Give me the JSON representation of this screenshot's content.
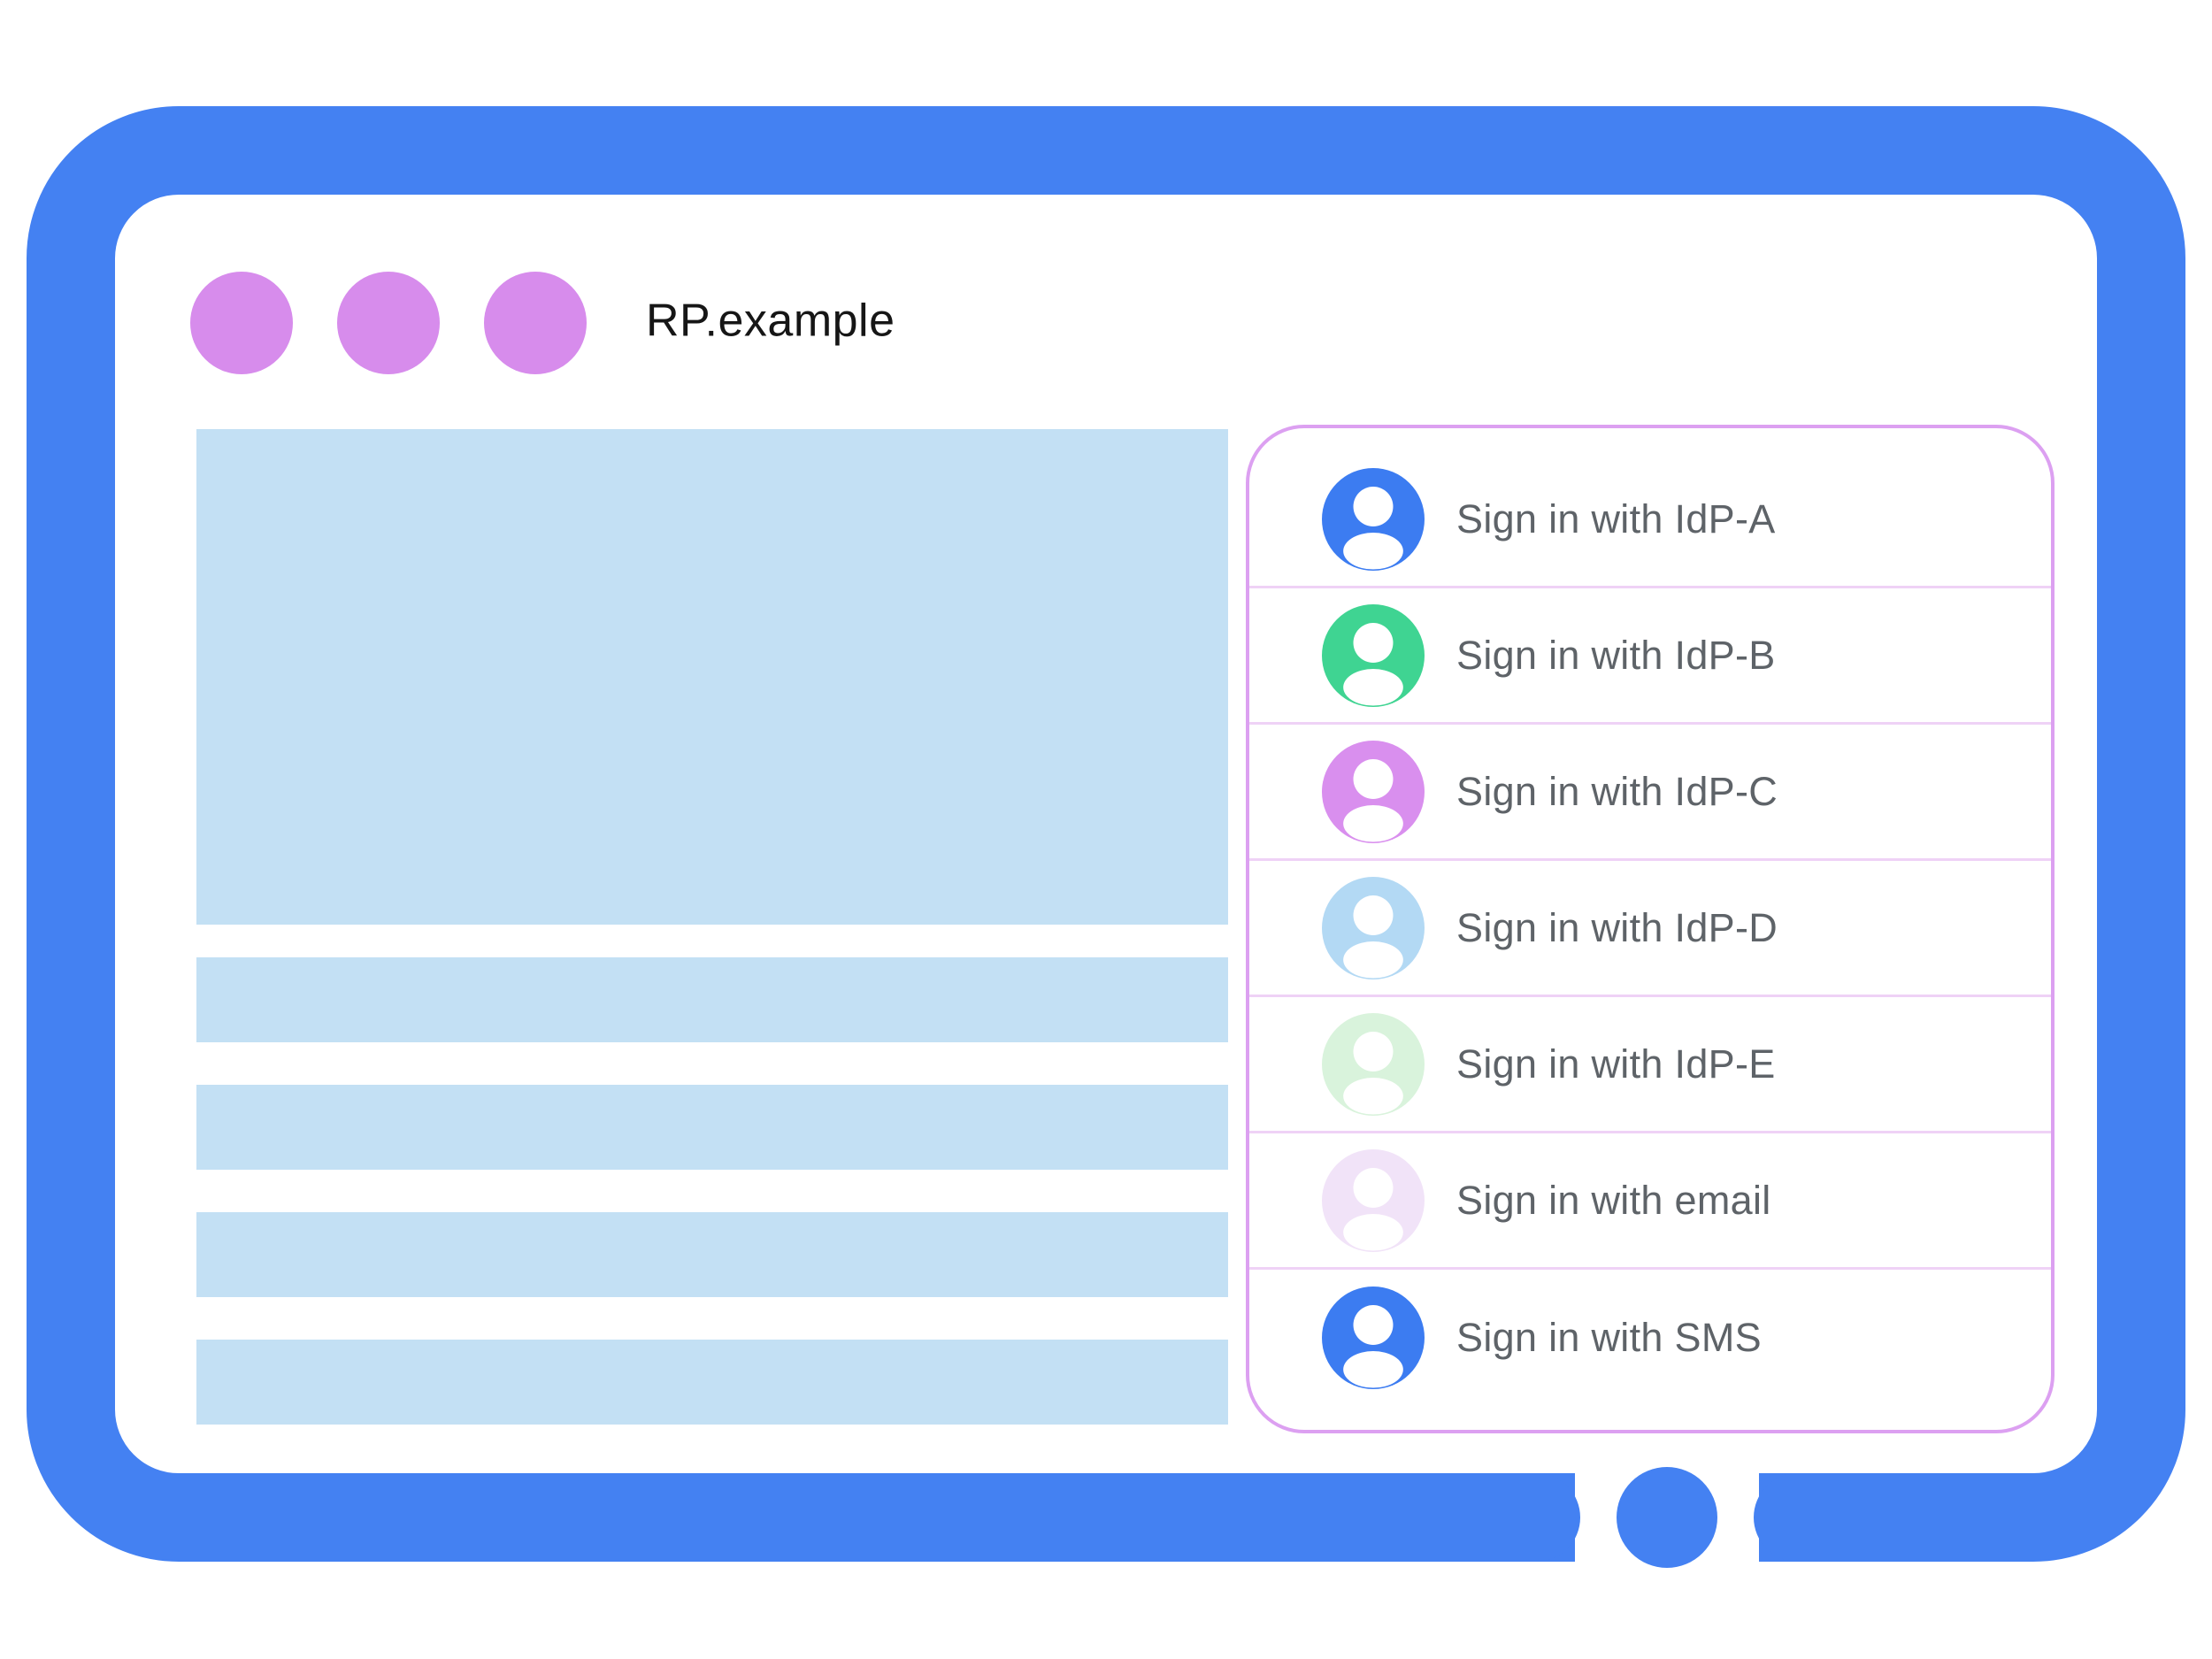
{
  "illustration": {
    "frame_color": "#4481F2",
    "background_color": "#FFFFFF"
  },
  "browser": {
    "title": "RP.example",
    "title_color": "#161616",
    "window_dots": {
      "count": 3,
      "color": "#D78CEC"
    },
    "camera_dot_color": "#4481F2"
  },
  "page_placeholders": {
    "color": "#C3E0F4",
    "line_count": 4
  },
  "signin_panel": {
    "border_color": "#DCA0F1",
    "divider_color": "#EFD2F6",
    "label_color": "#5E6368",
    "items": [
      {
        "label": "Sign in with IdP-A",
        "avatar_color": "#3C7CF1"
      },
      {
        "label": "Sign in with IdP-B",
        "avatar_color": "#3FD492"
      },
      {
        "label": "Sign in with IdP-C",
        "avatar_color": "#D98FEE"
      },
      {
        "label": "Sign in with IdP-D",
        "avatar_color": "#B3D9F4"
      },
      {
        "label": "Sign in with IdP-E",
        "avatar_color": "#D9F3DC"
      },
      {
        "label": "Sign in with email",
        "avatar_color": "#F1E3F8"
      },
      {
        "label": "Sign in with SMS",
        "avatar_color": "#3C7CF1"
      }
    ]
  }
}
